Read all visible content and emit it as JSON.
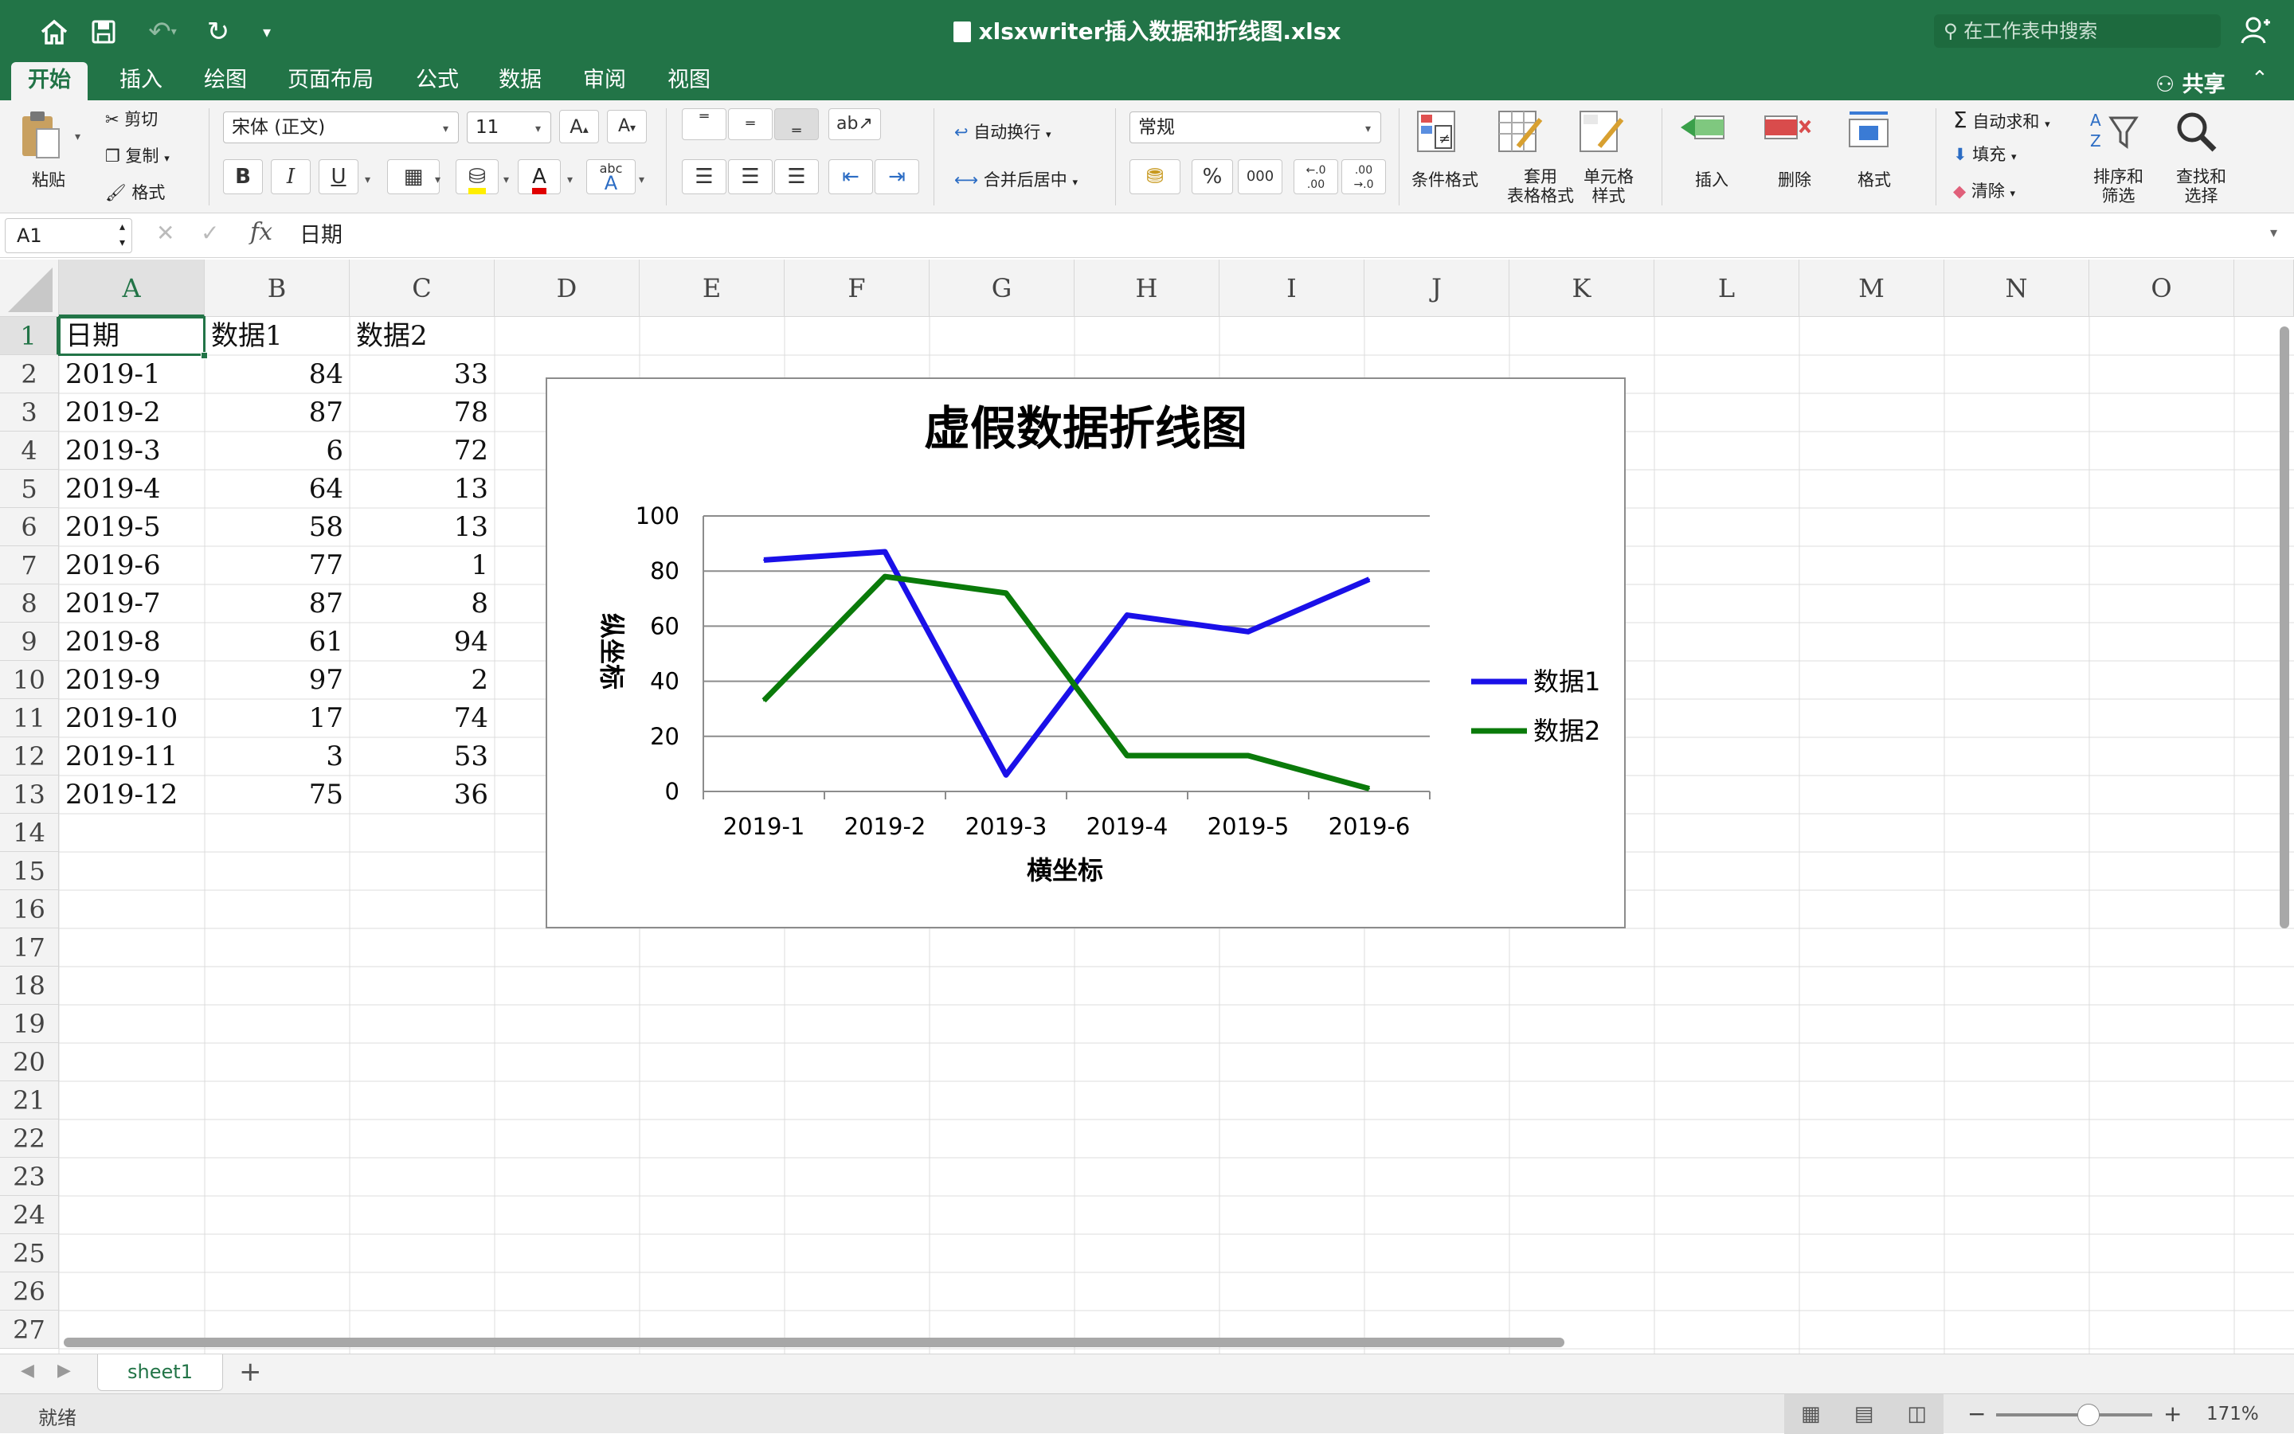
{
  "window": {
    "title": "xlsxwriter插入数据和折线图.xlsx",
    "search_placeholder": "在工作表中搜索"
  },
  "tabs": [
    {
      "label": "开始",
      "active": true
    },
    {
      "label": "插入"
    },
    {
      "label": "绘图"
    },
    {
      "label": "页面布局"
    },
    {
      "label": "公式"
    },
    {
      "label": "数据"
    },
    {
      "label": "审阅"
    },
    {
      "label": "视图"
    }
  ],
  "share_label": "共享",
  "ribbon": {
    "paste": "粘贴",
    "cut": "剪切",
    "copy": "复制",
    "format_painter": "格式",
    "font_name": "宋体 (正文)",
    "font_size": "11",
    "bold": "B",
    "italic": "I",
    "underline": "U",
    "wrap_text": "自动换行",
    "merge_center": "合并后居中",
    "number_format": "常规",
    "percent": "%",
    "thousands": "000",
    "conditional_format": "条件格式",
    "table_format_1": "套用",
    "table_format_2": "表格格式",
    "cell_style_1": "单元格",
    "cell_style_2": "样式",
    "insert": "插入",
    "delete": "删除",
    "format": "格式",
    "autosum": "自动求和",
    "fill": "填充",
    "clear": "清除",
    "sort_filter_1": "排序和",
    "sort_filter_2": "筛选",
    "find_select_1": "查找和",
    "find_select_2": "选择"
  },
  "formula_bar": {
    "name_box": "A1",
    "fx": "fx",
    "value": "日期"
  },
  "columns": [
    "A",
    "B",
    "C",
    "D",
    "E",
    "F",
    "G",
    "H",
    "I",
    "J",
    "K",
    "L",
    "M",
    "N",
    "O"
  ],
  "rows": [
    "1",
    "2",
    "3",
    "4",
    "5",
    "6",
    "7",
    "8",
    "9",
    "10",
    "11",
    "12",
    "13",
    "14",
    "15",
    "16",
    "17",
    "18",
    "19",
    "20",
    "21",
    "22",
    "23",
    "24",
    "25",
    "26",
    "27"
  ],
  "cells": [
    [
      "日期",
      "数据1",
      "数据2"
    ],
    [
      "2019-1",
      "84",
      "33"
    ],
    [
      "2019-2",
      "87",
      "78"
    ],
    [
      "2019-3",
      "6",
      "72"
    ],
    [
      "2019-4",
      "64",
      "13"
    ],
    [
      "2019-5",
      "58",
      "13"
    ],
    [
      "2019-6",
      "77",
      "1"
    ],
    [
      "2019-7",
      "87",
      "8"
    ],
    [
      "2019-8",
      "61",
      "94"
    ],
    [
      "2019-9",
      "97",
      "2"
    ],
    [
      "2019-10",
      "17",
      "74"
    ],
    [
      "2019-11",
      "3",
      "53"
    ],
    [
      "2019-12",
      "75",
      "36"
    ]
  ],
  "chart_data": {
    "type": "line",
    "title": "虚假数据折线图",
    "xlabel": "横坐标",
    "ylabel": "纵坐标",
    "categories": [
      "2019-1",
      "2019-2",
      "2019-3",
      "2019-4",
      "2019-5",
      "2019-6"
    ],
    "series": [
      {
        "name": "数据1",
        "values": [
          84,
          87,
          6,
          64,
          58,
          77
        ],
        "color": "#1a10e8"
      },
      {
        "name": "数据2",
        "values": [
          33,
          78,
          72,
          13,
          13,
          1
        ],
        "color": "#0a7a0a"
      }
    ],
    "ylim": [
      0,
      100
    ],
    "yticks": [
      0,
      20,
      40,
      60,
      80,
      100
    ],
    "grid": true,
    "legend": "right"
  },
  "sheet_tab": "sheet1",
  "status": {
    "ready": "就绪",
    "zoom": "171%"
  }
}
